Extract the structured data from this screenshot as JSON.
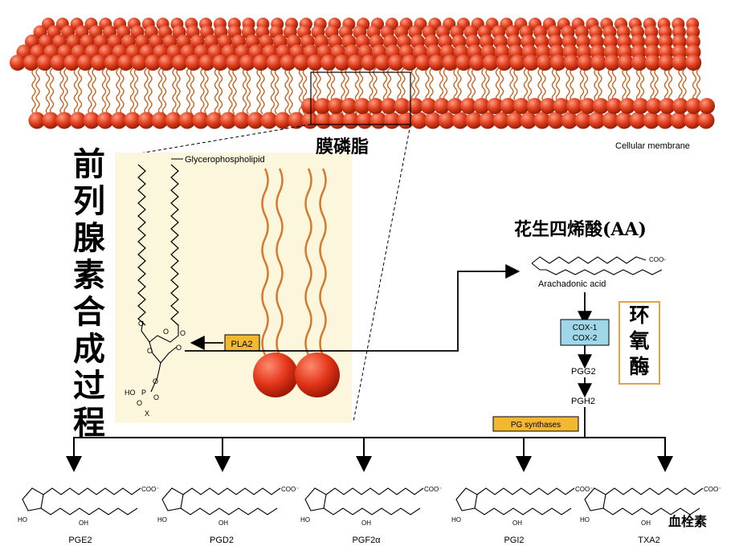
{
  "title_vertical": [
    "前",
    "列",
    "腺",
    "素",
    "合",
    "成",
    "过",
    "程"
  ],
  "membrane": {
    "label_cn": "膜磷脂",
    "label_en": "Cellular membrane"
  },
  "phospholipid": {
    "label": "Glycerophospholipid",
    "enzyme": "PLA2",
    "head_labels": [
      "HO",
      "P",
      "O",
      "O",
      "X"
    ]
  },
  "arachidonic": {
    "label_cn": "花生四烯酸(AA)",
    "label_en": "Arachadonic acid",
    "group": "COO-"
  },
  "cox": {
    "box_lines": [
      "COX-1",
      "COX-2"
    ],
    "label_cn": [
      "环",
      "氧",
      "酶"
    ]
  },
  "intermediates": {
    "pgg2": "PGG2",
    "pgh2": "PGH2",
    "synthase": "PG synthases"
  },
  "products": [
    {
      "name": "PGE2"
    },
    {
      "name": "PGD2"
    },
    {
      "name": "PGF2α"
    },
    {
      "name": "PGI2"
    },
    {
      "name": "TXA2"
    }
  ],
  "thrombus_label": "血栓素",
  "colors": {
    "head": "#d83a1c",
    "tail": "#c8702a",
    "panel_bg": "#fbf6dc",
    "cox_box": "#9fd6e8",
    "synthase_box": "#f2b930"
  }
}
